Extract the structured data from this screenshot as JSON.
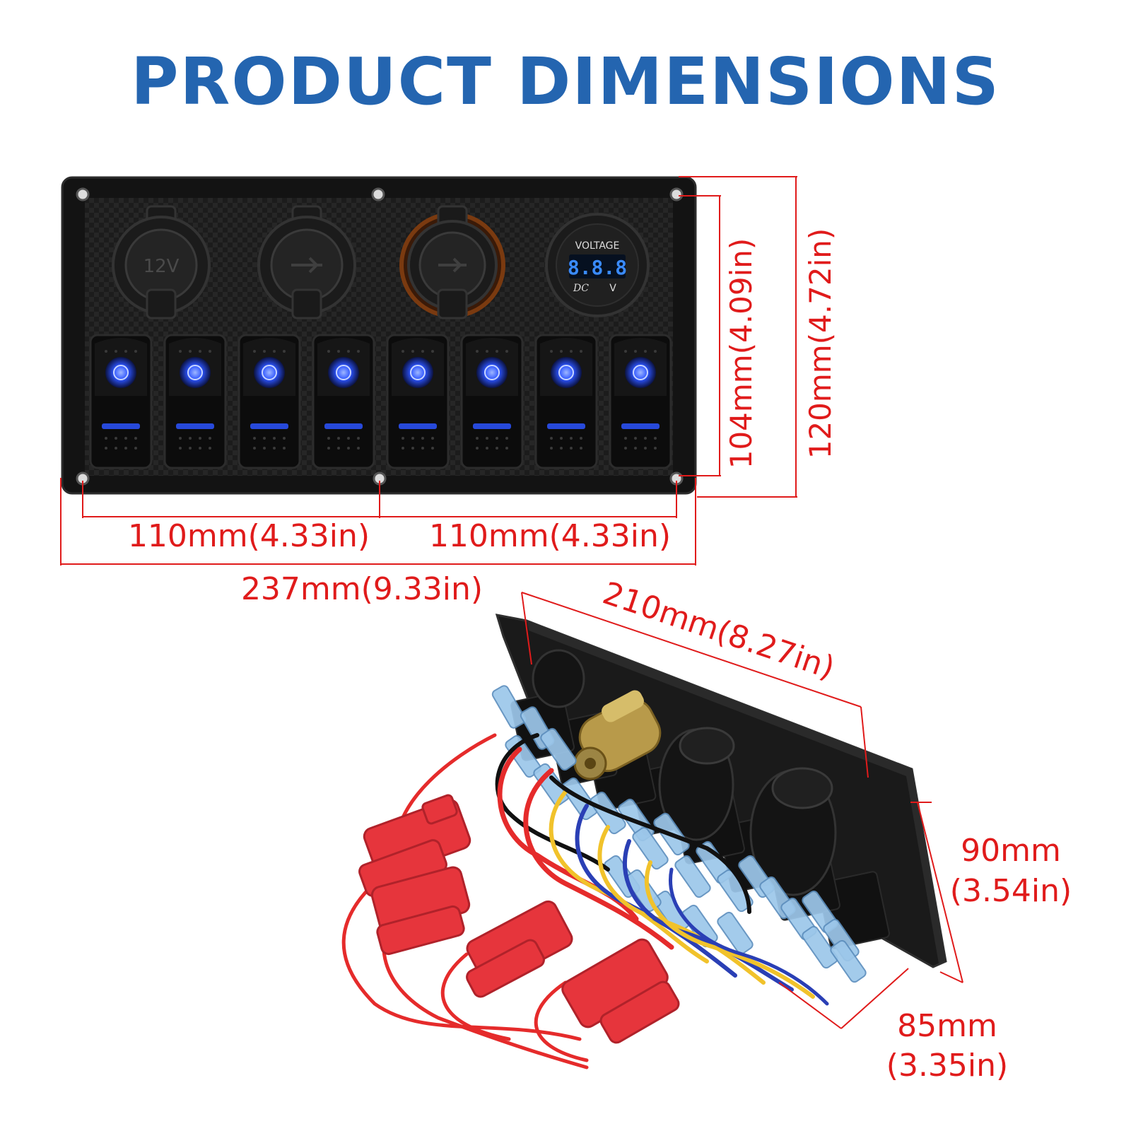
{
  "title": "PRODUCT DIMENSIONS",
  "colors": {
    "title": "#2465b0",
    "dimension": "#e01b1b",
    "panel": "#151515",
    "led": "#2d55ff",
    "fuse_holder": "#e6353c"
  },
  "front_view": {
    "sockets": [
      {
        "icon": "cigarette-lighter-socket-icon",
        "label": "12V"
      },
      {
        "icon": "usb-socket-icon",
        "label": ""
      },
      {
        "icon": "usb-socket-icon",
        "label": ""
      },
      {
        "icon": "voltmeter-icon",
        "label": ""
      }
    ],
    "voltmeter": {
      "header": "VOLTAGE",
      "reading": "8.8.8",
      "unit_left": "DC",
      "unit_right": "V"
    },
    "switch_count": 8
  },
  "dimensions": {
    "hole_span_left": "110mm(4.33in)",
    "hole_span_right": "110mm(4.33in)",
    "overall_width": "237mm(9.33in)",
    "hole_span_height": "104mm(4.09in)",
    "overall_height": "120mm(4.72in)",
    "rear_width": "210mm(8.27in)",
    "rear_height_line1": "90mm",
    "rear_height_line2": "(3.54in)",
    "rear_depth_line1": "85mm",
    "rear_depth_line2": "(3.35in)"
  }
}
